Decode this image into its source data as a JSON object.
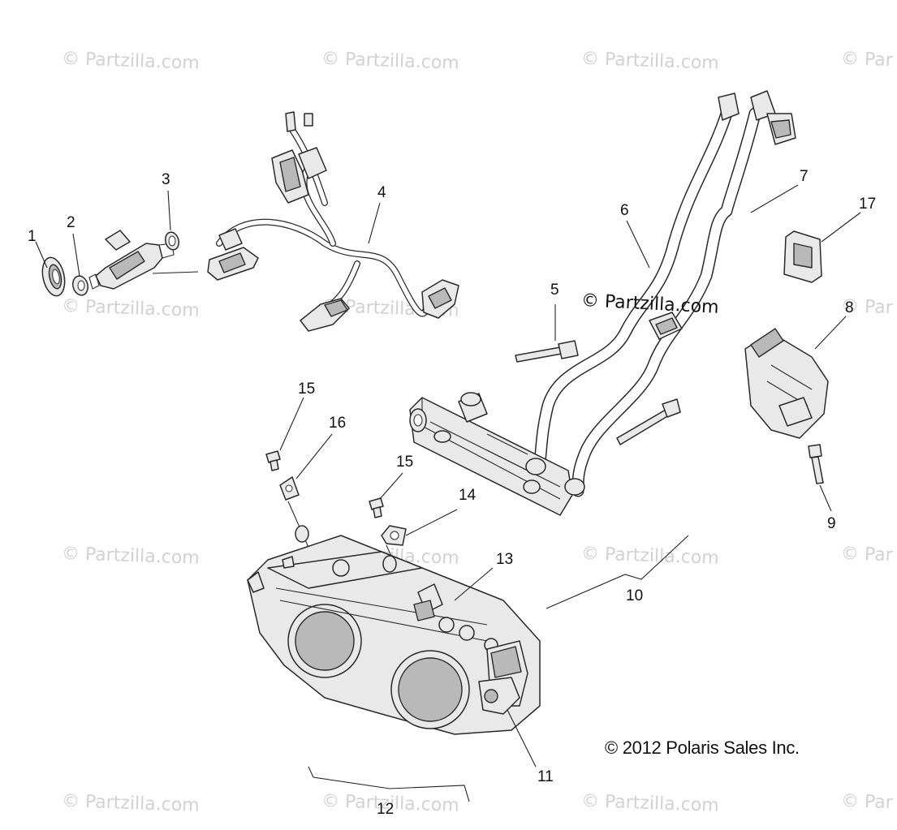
{
  "watermark": "© Partzilla.com",
  "watermark_clipped": "© Par",
  "center_watermark": "© Partzilla.com",
  "copyright": "© 2012 Polaris Sales Inc.",
  "callouts": [
    "1",
    "2",
    "3",
    "4",
    "5",
    "6",
    "7",
    "8",
    "9",
    "10",
    "11",
    "12",
    "13",
    "14",
    "15",
    "15",
    "16",
    "17"
  ],
  "parts": [
    "fuel-injector-seal",
    "washer",
    "o-ring",
    "fuel-injector-harness",
    "bolt",
    "fuel-hose",
    "fuel-hose",
    "sensor",
    "screw",
    "fuel-rail-assembly",
    "throttle-position-sensor",
    "throttle-body-assembly",
    "cable-clip",
    "clamp",
    "screw",
    "clamp",
    "clip"
  ]
}
